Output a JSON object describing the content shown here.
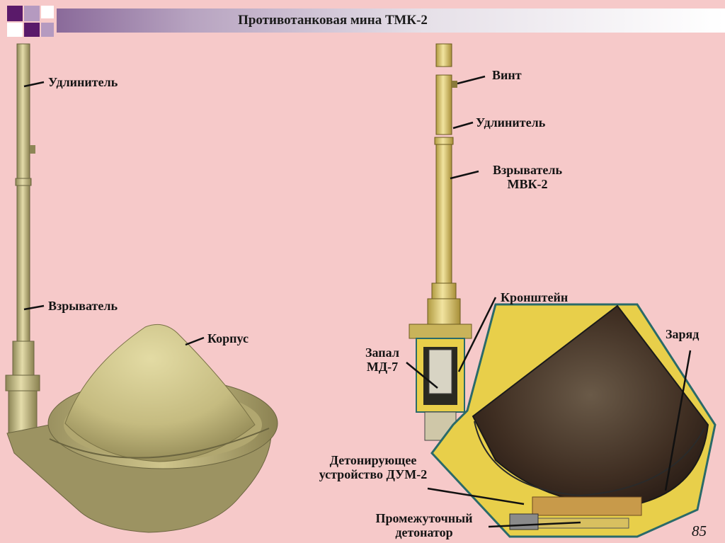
{
  "slide": {
    "title": "Противотанковая мина ТМК-2",
    "page_number": "85"
  },
  "left_figure": {
    "labels": {
      "extender": "Удлинитель",
      "fuze": "Взрыватель",
      "body": "Корпус"
    }
  },
  "right_figure": {
    "labels": {
      "screw": "Винт",
      "extender": "Удлинитель",
      "fuze_line1": "Взрыватель",
      "fuze_line2": "МВК-2",
      "bracket": "Кронштейн",
      "charge": "Заряд",
      "primer_line1": "Запал",
      "primer_line2": "МД-7",
      "detonating_line1": "Детонирующее",
      "detonating_line2": "устройство ДУМ-2",
      "intermediate_line1": "Промежуточный",
      "intermediate_line2": "детонатор"
    }
  },
  "colors": {
    "background": "#f6c9c9",
    "olive_metal": "#c9c08a",
    "charge_dark": "#3a2a1e",
    "casing_yellow": "#e8cf4a"
  }
}
